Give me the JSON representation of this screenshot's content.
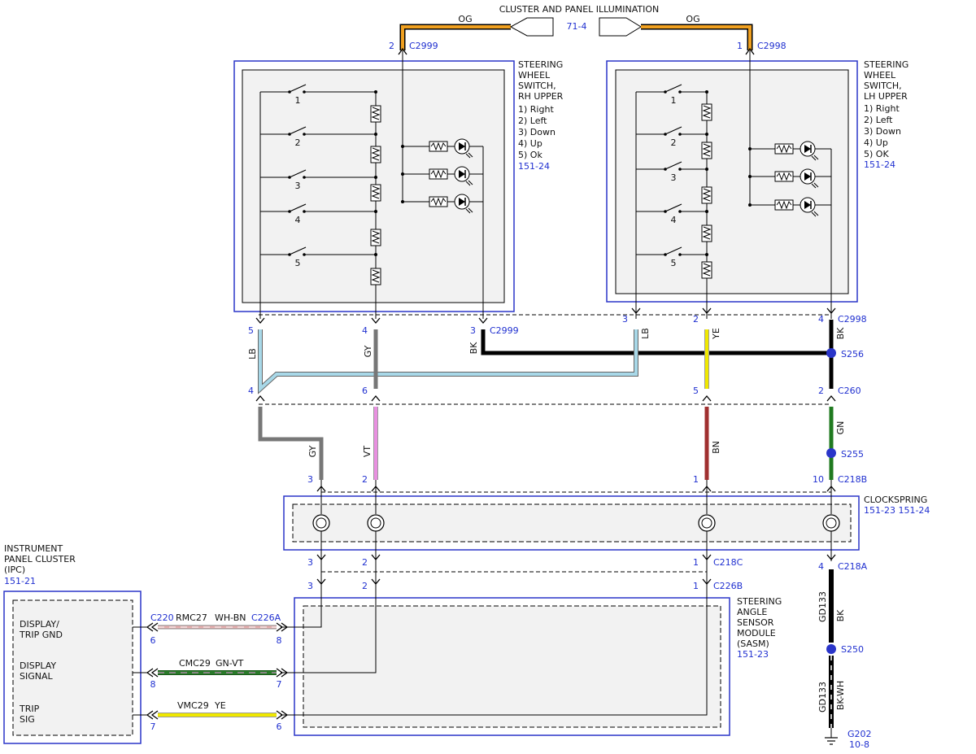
{
  "colors": {
    "box_blue": "#2a35c9",
    "ref_blue": "#2030d0",
    "OG": "#f0a020",
    "LB": "#a8d8e8",
    "GY": "#777777",
    "BK": "#000000",
    "YE": "#f0e800",
    "VT": "#e890e0",
    "BN": "#a03030",
    "GN": "#207a20",
    "WH-BN": "#e8b0b0",
    "GN-VT": "#2a7a2a",
    "YE_ipc": "#f0e800"
  },
  "illumination": {
    "title": "CLUSTER AND PANEL ILLUMINATION",
    "ref": "71-4",
    "wire_left": "OG",
    "wire_right": "OG"
  },
  "rh_switch": {
    "title_lines": [
      "STEERING",
      "WHEEL",
      "SWITCH,",
      "RH UPPER"
    ],
    "items": [
      "1) Right",
      "2) Left",
      "3) Down",
      "4) Up",
      "5) Ok"
    ],
    "ref": "151-24",
    "switch_numbers": [
      "1",
      "2",
      "3",
      "4",
      "5"
    ],
    "top_pin": "2",
    "top_connector": "C2999"
  },
  "lh_switch": {
    "title_lines": [
      "STEERING",
      "WHEEL",
      "SWITCH,",
      "LH UPPER"
    ],
    "items": [
      "1) Right",
      "2) Left",
      "3) Down",
      "4) Up",
      "5) OK"
    ],
    "ref": "151-24",
    "switch_numbers": [
      "1",
      "2",
      "3",
      "4",
      "5"
    ],
    "top_pin": "1",
    "top_connector": "C2998"
  },
  "connectors": {
    "rh_bottom": {
      "pins": [
        "5",
        "4",
        "3"
      ],
      "name": "C2999"
    },
    "lh_bottom": {
      "pins": [
        "3",
        "2",
        "4"
      ],
      "name": "C2998"
    },
    "c260": {
      "pins": [
        "4",
        "6",
        "5",
        "2"
      ],
      "name": "C260"
    },
    "c218b": {
      "pins": [
        "3",
        "2",
        "1",
        "10"
      ],
      "name": "C218B"
    },
    "c218c": {
      "pins": [
        "3",
        "2",
        "1"
      ],
      "name": "C218C"
    },
    "c226b": {
      "pins": [
        "3",
        "2",
        "1"
      ],
      "name": "C226B"
    },
    "c218a": {
      "pin": "4",
      "name": "C218A"
    }
  },
  "wires": {
    "lb1": "LB",
    "gy1": "GY",
    "bk1": "BK",
    "lb2": "LB",
    "ye": "YE",
    "bk2": "BK",
    "gy2": "GY",
    "vt": "VT",
    "bn": "BN",
    "gn": "GN",
    "gd133_bk_circuit": "GD133",
    "gd133_bk_color": "BK",
    "gd133_bkwh_circuit": "GD133",
    "gd133_bkwh_color": "BK-WH"
  },
  "splices": {
    "s256": "S256",
    "s255": "S255",
    "s250": "S250"
  },
  "clockspring": {
    "title": "CLOCKSPRING",
    "refs": "151-23  151-24"
  },
  "ground": {
    "name": "G202",
    "ref": "10-8"
  },
  "ipc": {
    "title_lines": [
      "INSTRUMENT",
      "PANEL CLUSTER",
      "(IPC)"
    ],
    "ref": "151-21",
    "pins": [
      {
        "label_lines": [
          "DISPLAY/",
          "TRIP GND"
        ]
      },
      {
        "label_lines": [
          "DISPLAY",
          "SIGNAL"
        ]
      },
      {
        "label_lines": [
          "TRIP",
          "SIG"
        ]
      }
    ]
  },
  "ipc_wires": [
    {
      "left_conn": "C220",
      "left_pin": "6",
      "circuit": "RMC27",
      "color": "WH-BN",
      "right_conn": "C226A",
      "right_pin": "8"
    },
    {
      "left_conn": "",
      "left_pin": "8",
      "circuit": "CMC29",
      "color": "GN-VT",
      "right_conn": "",
      "right_pin": "7"
    },
    {
      "left_conn": "",
      "left_pin": "7",
      "circuit": "VMC29",
      "color": "YE",
      "right_conn": "",
      "right_pin": "6"
    }
  ],
  "sasm": {
    "title_lines": [
      "STEERING",
      "ANGLE",
      "SENSOR",
      "MODULE",
      "(SASM)"
    ],
    "ref": "151-23"
  }
}
